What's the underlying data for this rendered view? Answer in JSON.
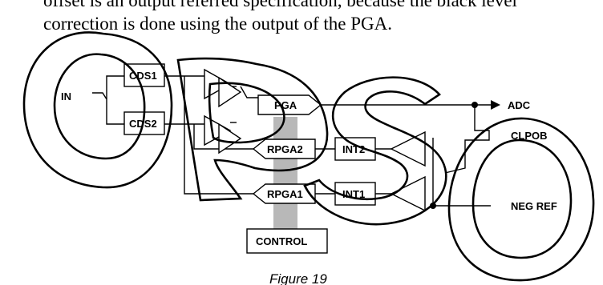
{
  "text": {
    "line1": "offset is an output referred specification, because the black level",
    "line2": "correction is done using the output of the PGA."
  },
  "labels": {
    "in": "IN",
    "cds1": "CDS1",
    "cds2": "CDS2",
    "pga": "PGA",
    "rpga2": "RPGA2",
    "rpga1": "RPGA1",
    "int2": "INT2",
    "int1": "INT1",
    "control": "CONTROL",
    "adc": "ADC",
    "clpob": "CLPOB",
    "neg_ref": "NEG REF"
  },
  "caption": "Figure 19",
  "colors": {
    "control_bus": "#b8b8b8",
    "ink": "#000000"
  }
}
